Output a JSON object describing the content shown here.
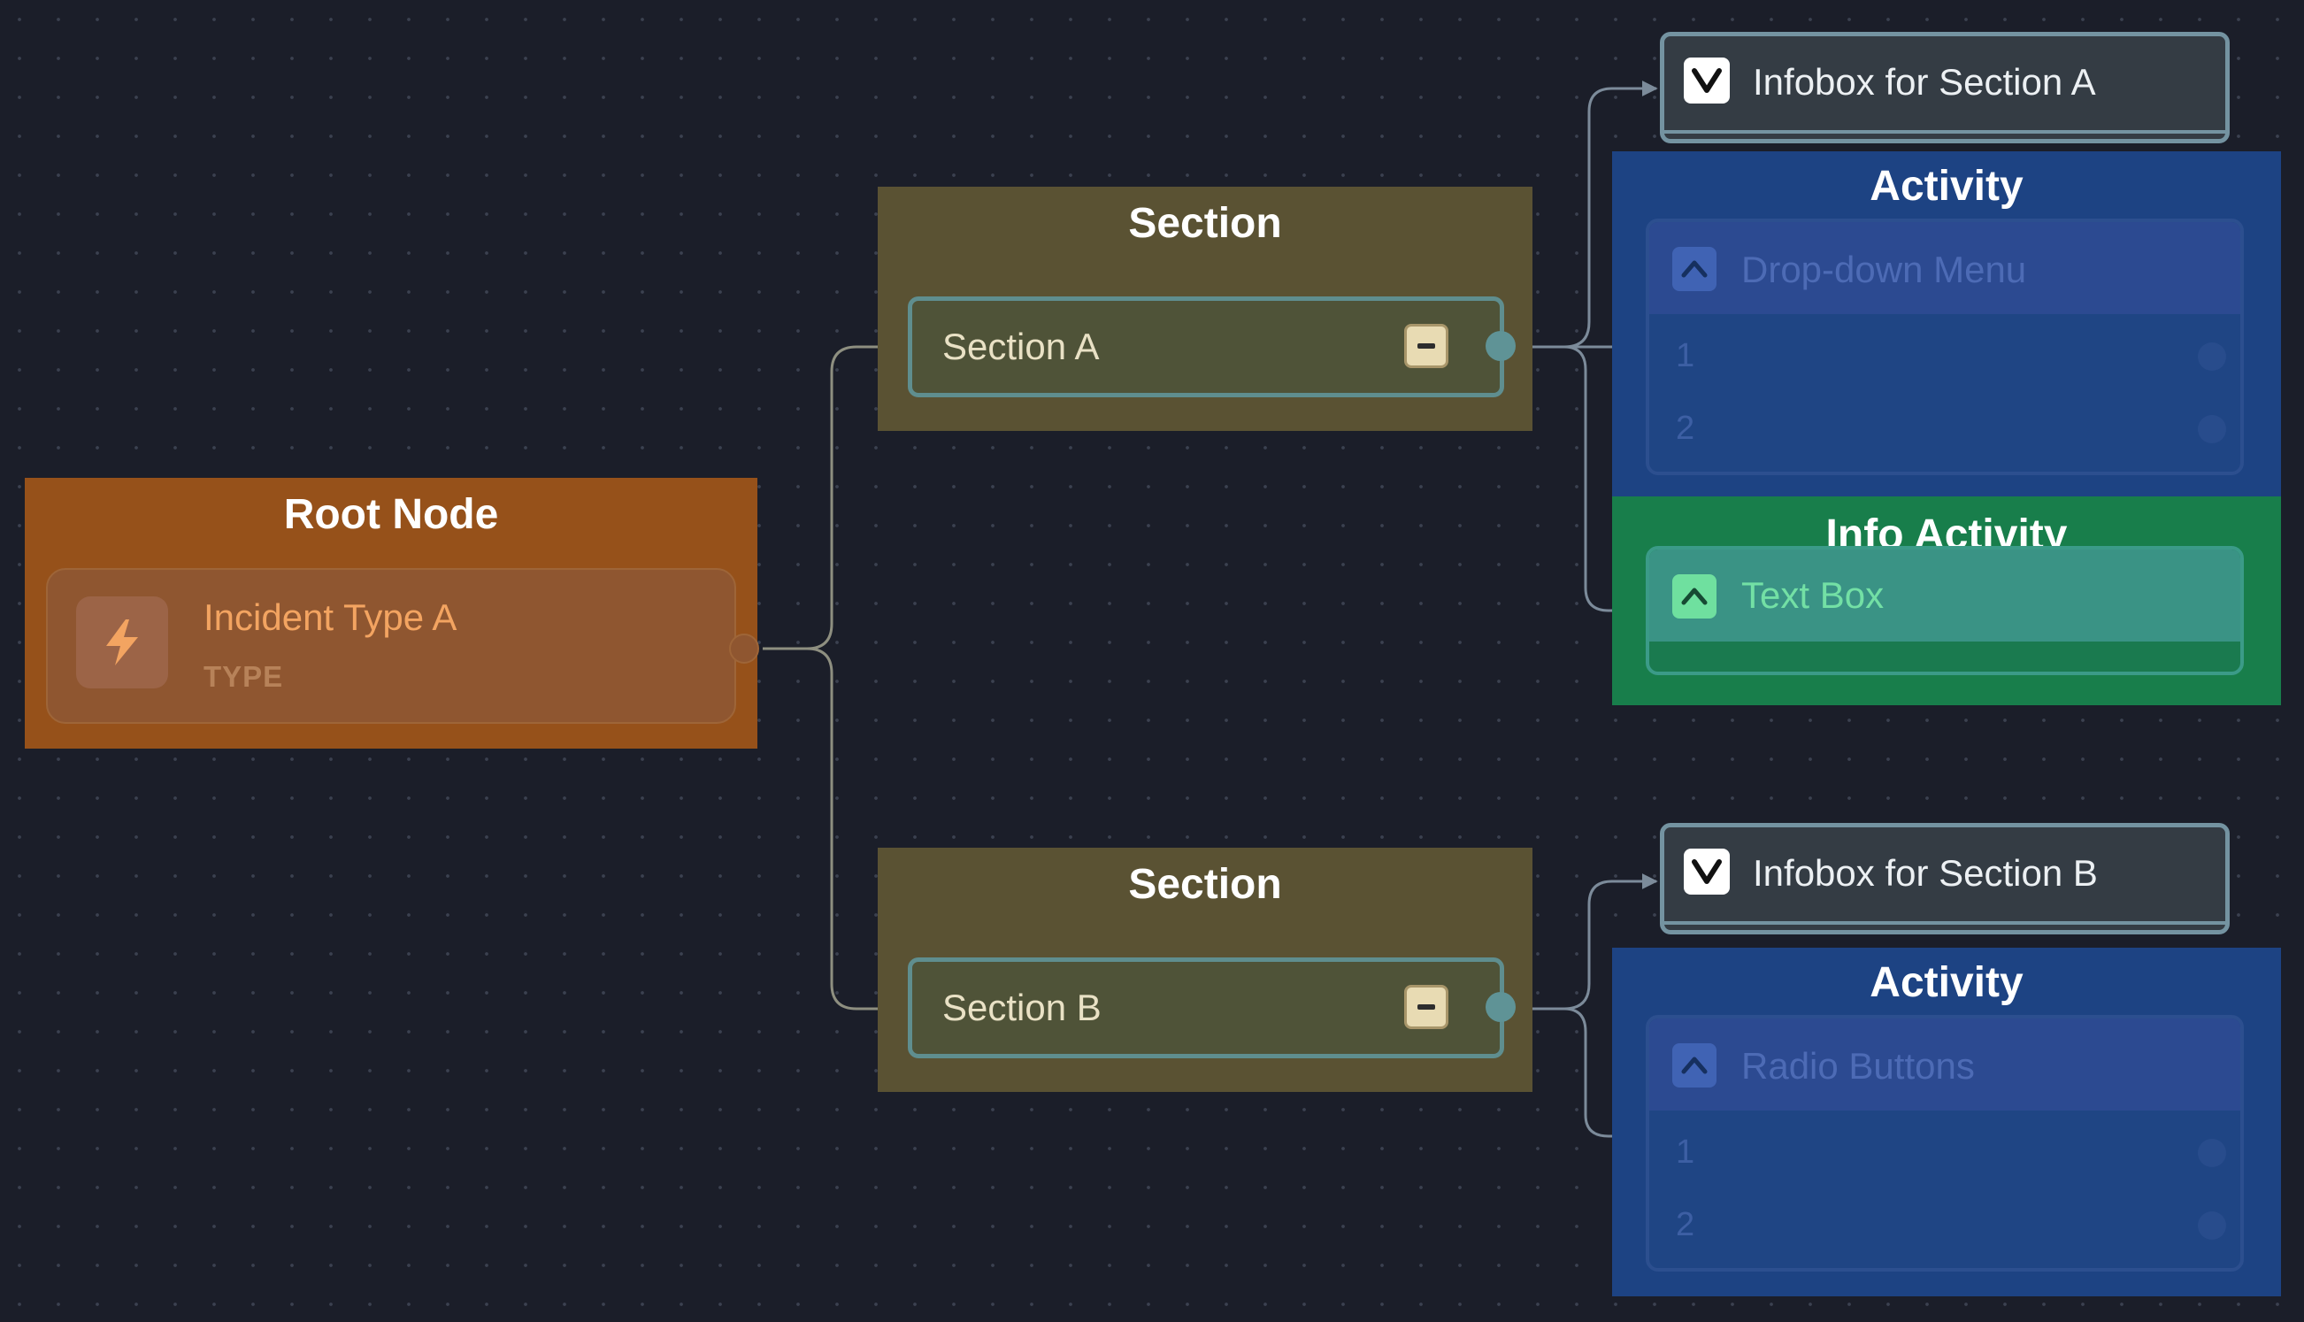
{
  "root": {
    "title": "Root Node",
    "node_label": "Incident Type A",
    "node_type": "TYPE",
    "icon": "lightning-icon"
  },
  "sections": [
    {
      "title": "Section",
      "label": "Section A",
      "icon": "collapse-minus-icon"
    },
    {
      "title": "Section",
      "label": "Section B",
      "icon": "collapse-minus-icon"
    }
  ],
  "infoboxes": [
    {
      "label": "Infobox for Section A",
      "icon": "chevron-down-icon"
    },
    {
      "label": "Infobox for Section B",
      "icon": "chevron-down-icon"
    }
  ],
  "activities": [
    {
      "title": "Activity",
      "control": "Drop-down Menu",
      "options": [
        "1",
        "2"
      ],
      "icon": "chevron-up-icon"
    },
    {
      "title": "Activity",
      "control": "Radio Buttons",
      "options": [
        "1",
        "2"
      ],
      "icon": "chevron-up-icon"
    }
  ],
  "info_activity": {
    "title": "Info Activity",
    "control": "Text Box",
    "icon": "chevron-up-icon"
  },
  "colors": {
    "background": "#1b1e29",
    "root_group": "#96511a",
    "section_group": "#5a5233",
    "activity_group": "#1d4383",
    "info_activity_group": "#187e4b",
    "edge": "#7e8a93"
  }
}
